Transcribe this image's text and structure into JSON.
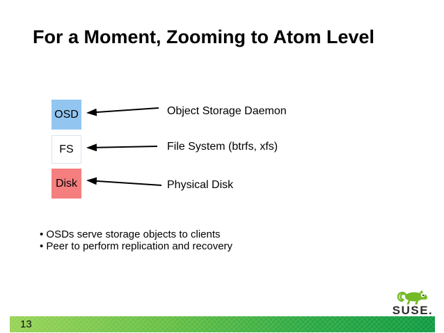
{
  "slide": {
    "title": "For a Moment, Zooming to Atom Level",
    "page_number": "13"
  },
  "diagram": {
    "boxes": [
      {
        "label": "OSD",
        "color": "#92c6f1",
        "description": "Object Storage Daemon"
      },
      {
        "label": "FS",
        "color": "#ffffff",
        "description": "File System (btrfs, xfs)"
      },
      {
        "label": "Disk",
        "color": "#f57e7e",
        "description": "Physical Disk"
      }
    ]
  },
  "bullets": [
    "OSDs serve storage objects to clients",
    "Peer to perform replication and recovery"
  ],
  "branding": {
    "logo_text": "SUSE."
  },
  "colors": {
    "osd_box": "#92c6f1",
    "fs_box_border": "#d9e3ee",
    "disk_box": "#f57e7e",
    "footer_gradient_left": "#97d355",
    "footer_gradient_right": "#0e9a40",
    "suse_green": "#73ba25",
    "wordmark": "#2d2d2d"
  }
}
